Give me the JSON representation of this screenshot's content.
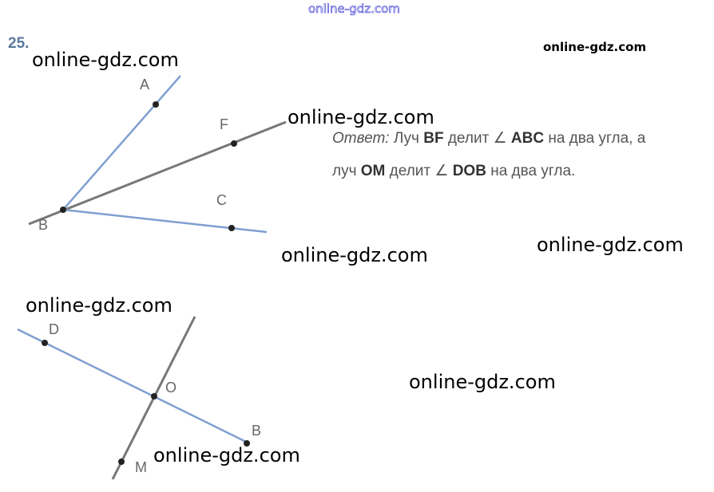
{
  "watermark_top": "online-gdz.com",
  "watermark": "online-gdz.com",
  "problem_number": "25.",
  "answer": {
    "label": "Ответ:",
    "line1_a": "Луч",
    "line1_b": "BF",
    "line1_c": "делит ∠",
    "line1_d": "ABC",
    "line1_e": "на два угла, а",
    "line2_a": "луч",
    "line2_b": "OM",
    "line2_c": "делит ∠",
    "line2_d": "DOB",
    "line2_e": "на два угла."
  },
  "figure1": {
    "labels": {
      "A": "A",
      "F": "F",
      "C": "C",
      "B": "B"
    }
  },
  "figure2": {
    "labels": {
      "D": "D",
      "O": "O",
      "B": "B",
      "M": "M"
    }
  },
  "colors": {
    "blue_line": "#7f9fd0",
    "gray_line": "#777777"
  }
}
